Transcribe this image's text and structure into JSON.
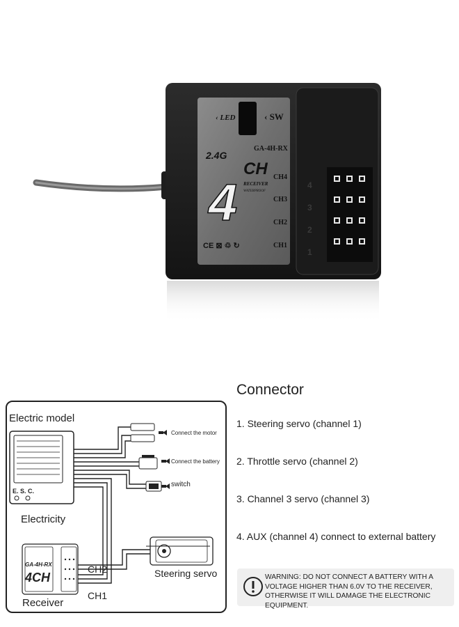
{
  "device": {
    "led_label": "LED",
    "sw_label": "SW",
    "model": "GA-4H-RX",
    "band": "2.4G",
    "channels_big": "4",
    "channels_suffix": "CH",
    "receiver_label": "RECEIVER",
    "waterproof_label": "WATERPROOF",
    "ch_labels": [
      "CH4",
      "CH3",
      "CH2",
      "CH1"
    ],
    "port_labels": [
      "4",
      "3",
      "2",
      "1"
    ],
    "cert_marks": "CE ⊠ ♲ ↻"
  },
  "wiring": {
    "title": "Electric model",
    "esc_label": "E. S. C.",
    "electricity_label": "Electricity",
    "motor_label": "Connect the motor",
    "battery_label": "Connect the battery",
    "switch_label": "switch",
    "servo_label": "Steering servo",
    "ch2_label": "CH2",
    "ch1_label": "CH1",
    "receiver_label": "Receiver",
    "mini_model": "GA-4H-RX",
    "mini_ch": "4CH"
  },
  "connector": {
    "title": "Connector",
    "items": [
      "1. Steering servo (channel 1)",
      "2. Throttle servo (channel 2)",
      "3. Channel 3 servo (channel 3)",
      "4. AUX (channel 4) connect to external battery"
    ]
  },
  "warning": {
    "text": "WARNING: DO NOT CONNECT A BATTERY WITH A VOLTAGE HIGHER THAN 6.0V TO THE RECEIVER, OTHERWISE IT WILL DAMAGE THE ELECTRONIC EQUIPMENT."
  }
}
